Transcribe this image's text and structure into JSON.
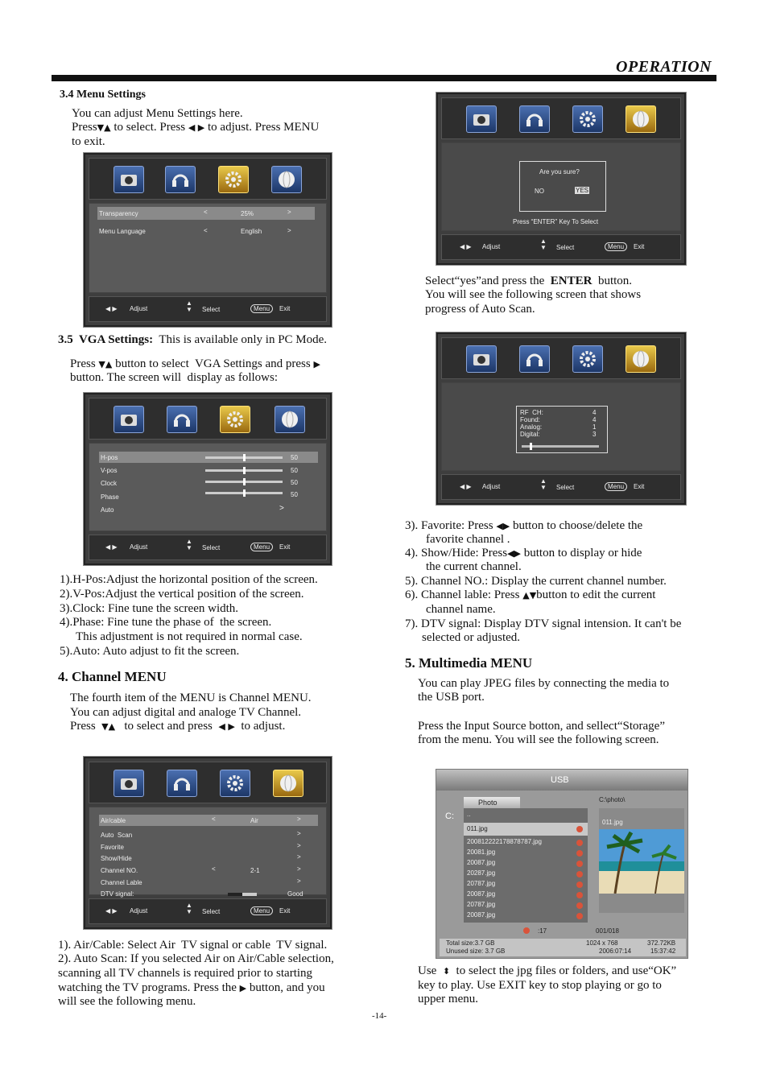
{
  "header": {
    "title": "OPERATION"
  },
  "s34": {
    "title": "3.4  Menu Settings",
    "l1": "You can adjust Menu Settings here.",
    "l2a": "Press",
    "l2b": "to select. Press",
    "l2c": "to adjust. Press MENU",
    "l3": "to exit."
  },
  "osd1": {
    "row1_label": "Transparency",
    "row1_value": "25%",
    "row2_label": "Menu Language",
    "row2_value": "English"
  },
  "footer": {
    "adjust": "Adjust",
    "select": "Select",
    "menu": "Menu",
    "exit": "Exit"
  },
  "s35": {
    "title": "3.5  VGA Settings:",
    "desc": "This is available only in PC Mode.",
    "l1a": "Press",
    "l1b": "button to select  VGA Settings and press",
    "l2": "button. The screen will  display as follows:"
  },
  "osd2": {
    "rows": [
      {
        "label": "H-pos",
        "value": "50"
      },
      {
        "label": "V-pos",
        "value": "50"
      },
      {
        "label": "Clock",
        "value": "50"
      },
      {
        "label": "Phase",
        "value": "50"
      },
      {
        "label": "Auto",
        "value": ""
      }
    ]
  },
  "vga_notes": [
    "1).H-Pos:Adjust the horizontal position of the screen.",
    "2).V-Pos:Adjust the vertical position of the screen.",
    "3).Clock: Fine tune the screen width.",
    "4).Phase: Fine tune the phase of  the screen.",
    "This adjustment is not required in normal case.",
    "5).Auto: Auto adjust to fit the screen."
  ],
  "s4": {
    "title": "4. Channel  MENU",
    "l1": "The fourth item of the MENU is Channel MENU.",
    "l2": "You can adjust digital and analoge TV Channel.",
    "l3a": "Press",
    "l3b": "to select and press",
    "l3c": "to adjust."
  },
  "osd3": {
    "rows": [
      {
        "label": "Air/cable",
        "value": "Air"
      },
      {
        "label": "Auto  Scan",
        "value": ""
      },
      {
        "label": "Favorite",
        "value": ""
      },
      {
        "label": "Show/Hide",
        "value": ""
      },
      {
        "label": "Channel NO.",
        "value": "2-1"
      },
      {
        "label": "Channel Lable",
        "value": ""
      },
      {
        "label": "DTV signal:",
        "value": "Good"
      }
    ]
  },
  "left_bottom": [
    "1). Air/Cable: Select Air  TV signal or cable  TV signal.",
    "2). Auto Scan: If you selected Air on Air/Cable selection,",
    "scanning all TV channels is required prior to starting",
    "watching the TV programs. Press the",
    "button, and you",
    "will see the following menu."
  ],
  "osd4": {
    "question": "Are you sure?",
    "no": "NO",
    "yes": "YES",
    "hint": "Press “ENTER” Key To Select"
  },
  "right_mid": {
    "l1a": "Select“yes”and press the",
    "l1b": "ENTER",
    "l1c": "button.",
    "l2": "You will see the following screen that shows",
    "l3": "progress of Auto Scan."
  },
  "osd5": {
    "rows": [
      {
        "label": "RF  CH:",
        "value": "4"
      },
      {
        "label": "Found:",
        "value": "4"
      },
      {
        "label": "Analog:",
        "value": "1"
      },
      {
        "label": "Digital:",
        "value": "3"
      }
    ]
  },
  "channel_notes": {
    "n3a": "3). Favorite: Press",
    "n3b": "button to choose/delete the",
    "n3c": "favorite channel .",
    "n4a": "4). Show/Hide: Press",
    "n4b": "button to display or hide",
    "n4c": "the current channel.",
    "n5": "5). Channel NO.: Display the current channel number.",
    "n6a": "6). Channel lable: Press",
    "n6b": "button to edit the current",
    "n6c": "channel name.",
    "n7a": "7). DTV signal: Display DTV signal intension. It can't be",
    "n7b": "selected or adjusted."
  },
  "s5": {
    "title": "5. Multimedia  MENU",
    "l1": "You can play JPEG files by connecting the media to",
    "l2": "the USB port.",
    "l3": "Press the Input Source botton, and sellect“Storage”",
    "l4": "from the menu. You will see the following screen."
  },
  "usb": {
    "title": "USB",
    "drive": "C:",
    "tab": "Photo",
    "path": "C:\\photo\\",
    "preview_name": "011.jpg",
    "files": [
      "..",
      "011.jpg",
      "200812222178878787.jpg",
      "20081.jpg",
      "20087.jpg",
      "20287.jpg",
      "20787.jpg",
      "20087.jpg",
      "20787.jpg",
      "20087.jpg"
    ],
    "count": ":17",
    "page": "001/018",
    "total": "Total size:3.7 GB",
    "unused": "Unused size: 3.7 GB",
    "res": "1024 x 768",
    "size": "372.72KB",
    "date": "2006:07:14",
    "time": "15:37:42"
  },
  "s5b": {
    "l1a": "Use",
    "l1b": "to select the jpg files or folders, and use“OK”",
    "l2": "key to play. Use EXIT key to stop playing or go to",
    "l3": "upper menu."
  },
  "page_number": "-14-",
  "colors": {
    "osd_bg": "#3e3e3e",
    "osd_body": "#5a5a5a",
    "icon_blue": "#2a4c8c",
    "icon_sel": "#c89a20"
  }
}
